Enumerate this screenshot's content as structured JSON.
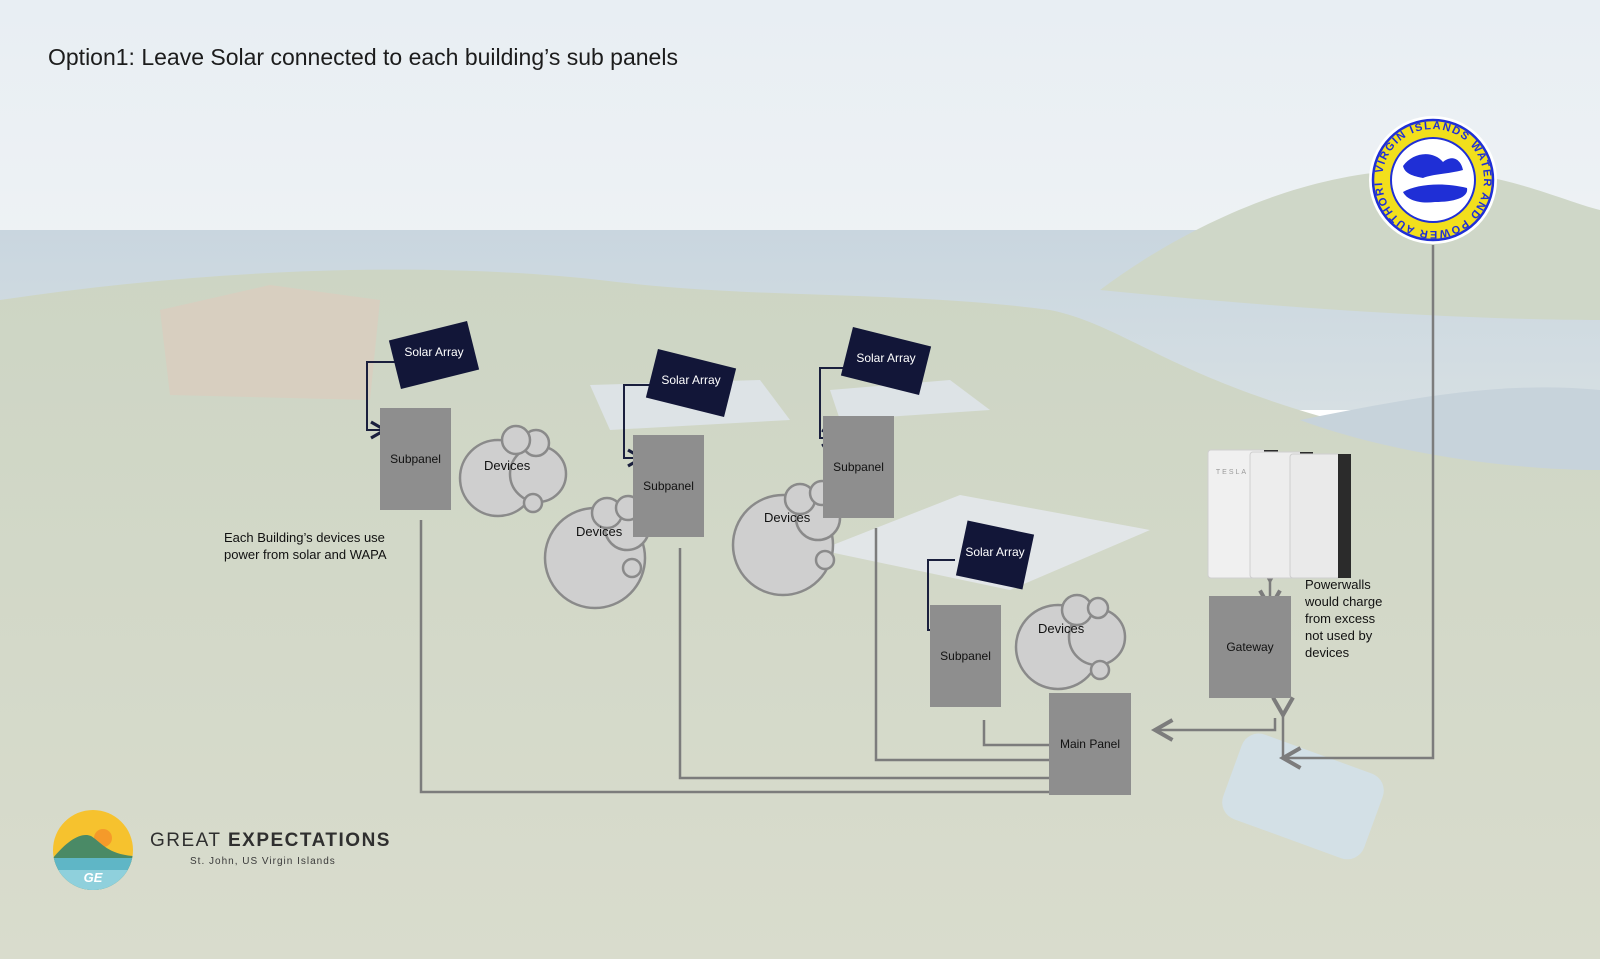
{
  "title": "Option1: Leave Solar connected to each building’s sub panels",
  "labels": {
    "solar_array": "Solar Array",
    "subpanel": "Subpanel",
    "devices": "Devices",
    "main_panel": "Main Panel",
    "gateway": "Gateway"
  },
  "notes": {
    "building_devices": [
      "Each Building’s devices use",
      "power from solar and WAPA"
    ],
    "powerwalls": [
      "Powerwalls",
      "would charge",
      "from excess",
      "not used by",
      "devices"
    ]
  },
  "powerwall_brand": "TESLA",
  "wapa_seal": {
    "ring_text": "VIRGIN ISLANDS WATER AND POWER AUTHORITY"
  },
  "logo": {
    "name_light": "GREAT ",
    "name_bold": "EXPECTATIONS",
    "subtitle": "St. John, US Virgin Islands",
    "monogram": "GE"
  },
  "colors": {
    "panel_gray": "#8e8e8e",
    "solar_navy": "#121638",
    "line_gray": "#7c7c7c",
    "seal_yellow": "#f2df1c",
    "seal_blue": "#1f2fd6"
  }
}
